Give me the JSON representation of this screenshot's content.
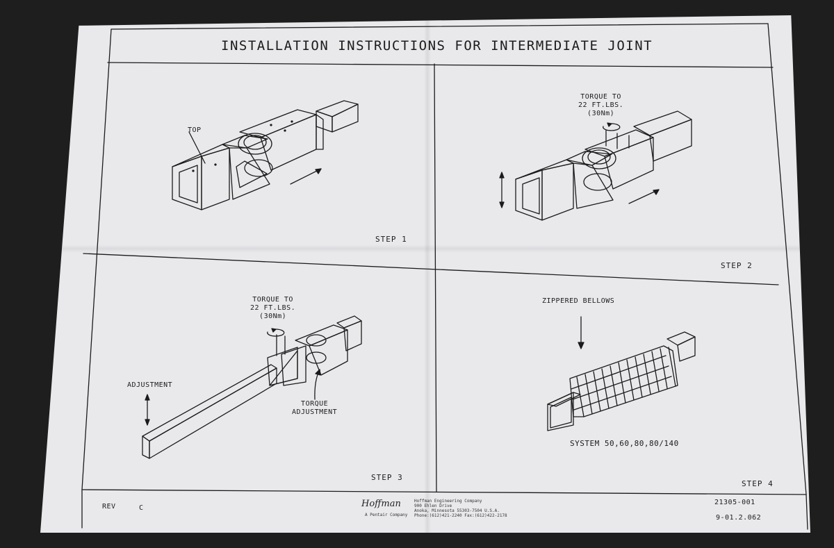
{
  "document": {
    "title": "INSTALLATION INSTRUCTIONS FOR INTERMEDIATE JOINT",
    "panels": [
      {
        "step": "STEP 1",
        "labels": [
          "TOP"
        ]
      },
      {
        "step": "STEP 2",
        "torque": [
          "TORQUE TO",
          "22 FT.LBS.",
          "(30Nm)"
        ]
      },
      {
        "step": "STEP 3",
        "torque": [
          "TORQUE TO",
          "22 FT.LBS.",
          "(30Nm)"
        ],
        "labels": [
          "ADJUSTMENT",
          "TORQUE",
          "ADJUSTMENT"
        ]
      },
      {
        "step": "STEP 4",
        "labels": [
          "ZIPPERED BELLOWS",
          "SYSTEM 50,60,80,80/140"
        ]
      }
    ],
    "footer": {
      "rev_label": "REV",
      "rev_value": "C",
      "logo": "Hoffman",
      "company_lines": [
        "Hoffman Engineering Company",
        "900 Ehlen Drive",
        "Anoka, Minnesota 55303-7504 U.S.A.",
        "Phone:(612)421-2240 Fax:(612)422-2178"
      ],
      "company_sub": "A Pentair Company",
      "part_number": "21305-001",
      "doc_code": "9-01.2.062"
    },
    "colors": {
      "paper": "#e9e9ec",
      "ink": "#1b1b1b",
      "background": "#1e1e1e"
    }
  }
}
